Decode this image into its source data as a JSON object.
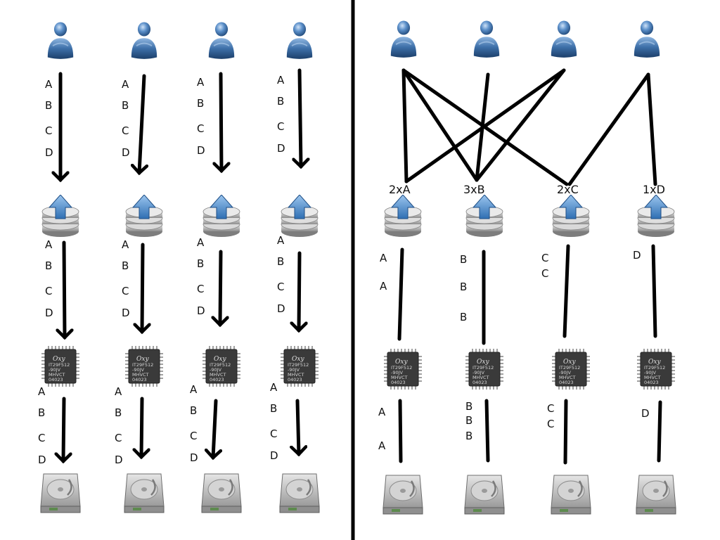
{
  "colors": {
    "line": "#000000",
    "user": "#3b6da4",
    "user_light": "#a9c8e8",
    "arrow": "#4f8fd0",
    "disk_stack": "#b9b9b9",
    "chip_body": "#3a3a3a",
    "chip_pins": "#a0a0a0",
    "hdd_body": "#c9c9c9"
  },
  "icons": [
    "user-icon",
    "storage-upload-icon",
    "cpu-chip-icon",
    "hard-drive-icon"
  ],
  "chip": {
    "brand": "Oxy",
    "lines": [
      "IT29F512",
      "-90JV",
      "MHVCT",
      "04023"
    ]
  },
  "left": {
    "columns": [
      {
        "seg1": [
          "A",
          "B",
          "C",
          "D"
        ],
        "seg2": [
          "A",
          "B",
          "C",
          "D"
        ],
        "seg3": [
          "A",
          "B",
          "C",
          "D"
        ]
      },
      {
        "seg1": [
          "A",
          "B",
          "C",
          "D"
        ],
        "seg2": [
          "A",
          "B",
          "C",
          "D"
        ],
        "seg3": [
          "A",
          "B",
          "C",
          "D"
        ]
      },
      {
        "seg1": [
          "A",
          "B",
          "C",
          "D"
        ],
        "seg2": [
          "A",
          "B",
          "C",
          "D"
        ],
        "seg3": [
          "A",
          "B",
          "C",
          "D"
        ]
      },
      {
        "seg1": [
          "A",
          "B",
          "C",
          "D"
        ],
        "seg2": [
          "A",
          "B",
          "C",
          "D"
        ],
        "seg3": [
          "A",
          "B",
          "C",
          "D"
        ]
      }
    ]
  },
  "right": {
    "columns": [
      {
        "tag": "2xA",
        "seg2": [
          "A",
          "A"
        ],
        "seg3": [
          "A",
          "A"
        ]
      },
      {
        "tag": "3xB",
        "seg2": [
          "B",
          "B",
          "B"
        ],
        "seg3": [
          "B",
          "B",
          "B"
        ]
      },
      {
        "tag": "2xC",
        "seg2": [
          "C",
          "C"
        ],
        "seg3": [
          "C",
          "C"
        ]
      },
      {
        "tag": "1xD",
        "seg2": [
          "D"
        ],
        "seg3": [
          "D"
        ]
      }
    ]
  }
}
